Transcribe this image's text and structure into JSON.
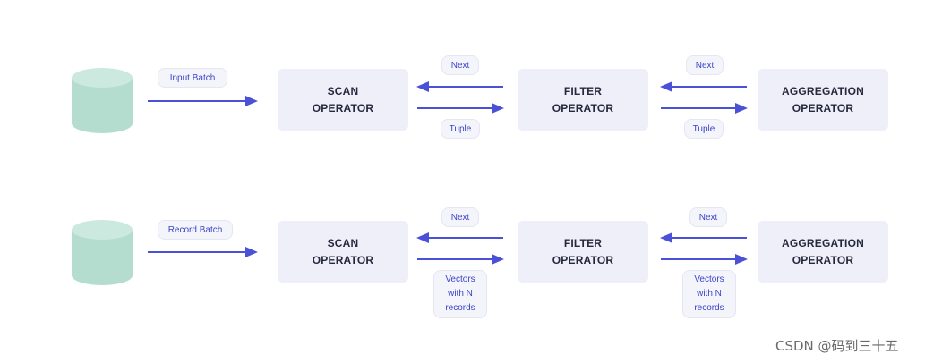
{
  "colors": {
    "database": "#b4ddd0",
    "operator_box": "#eeeff9",
    "arrow": "#4a51d6",
    "label_text": "#3c44c8"
  },
  "rows": [
    {
      "source_label": "Input Batch",
      "operators": [
        {
          "line1": "SCAN",
          "line2": "OPERATOR"
        },
        {
          "line1": "FILTER",
          "line2": "OPERATOR"
        },
        {
          "line1": "AGGREGATION",
          "line2": "OPERATOR"
        }
      ],
      "next_labels": [
        "Next",
        "Next"
      ],
      "return_labels": [
        "Tuple",
        "Tuple"
      ]
    },
    {
      "source_label": "Record Batch",
      "operators": [
        {
          "line1": "SCAN",
          "line2": "OPERATOR"
        },
        {
          "line1": "FILTER",
          "line2": "OPERATOR"
        },
        {
          "line1": "AGGREGATION",
          "line2": "OPERATOR"
        }
      ],
      "next_labels": [
        "Next",
        "Next"
      ],
      "return_labels": [
        [
          "Vectors",
          "with N",
          "records"
        ],
        [
          "Vectors",
          "with N",
          "records"
        ]
      ]
    }
  ],
  "watermark": "CSDN @码到三十五"
}
